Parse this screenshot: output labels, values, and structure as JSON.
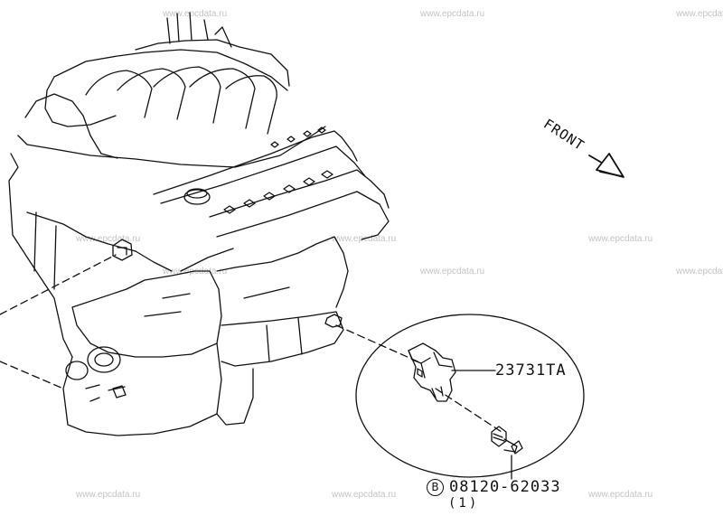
{
  "watermark": "www.epcdata.ru",
  "direction_label": "FRONT",
  "parts": {
    "sensor": {
      "number": "23731TA"
    },
    "bolt": {
      "marker": "B",
      "number": "08120-62033",
      "quantity": "(1)"
    }
  }
}
